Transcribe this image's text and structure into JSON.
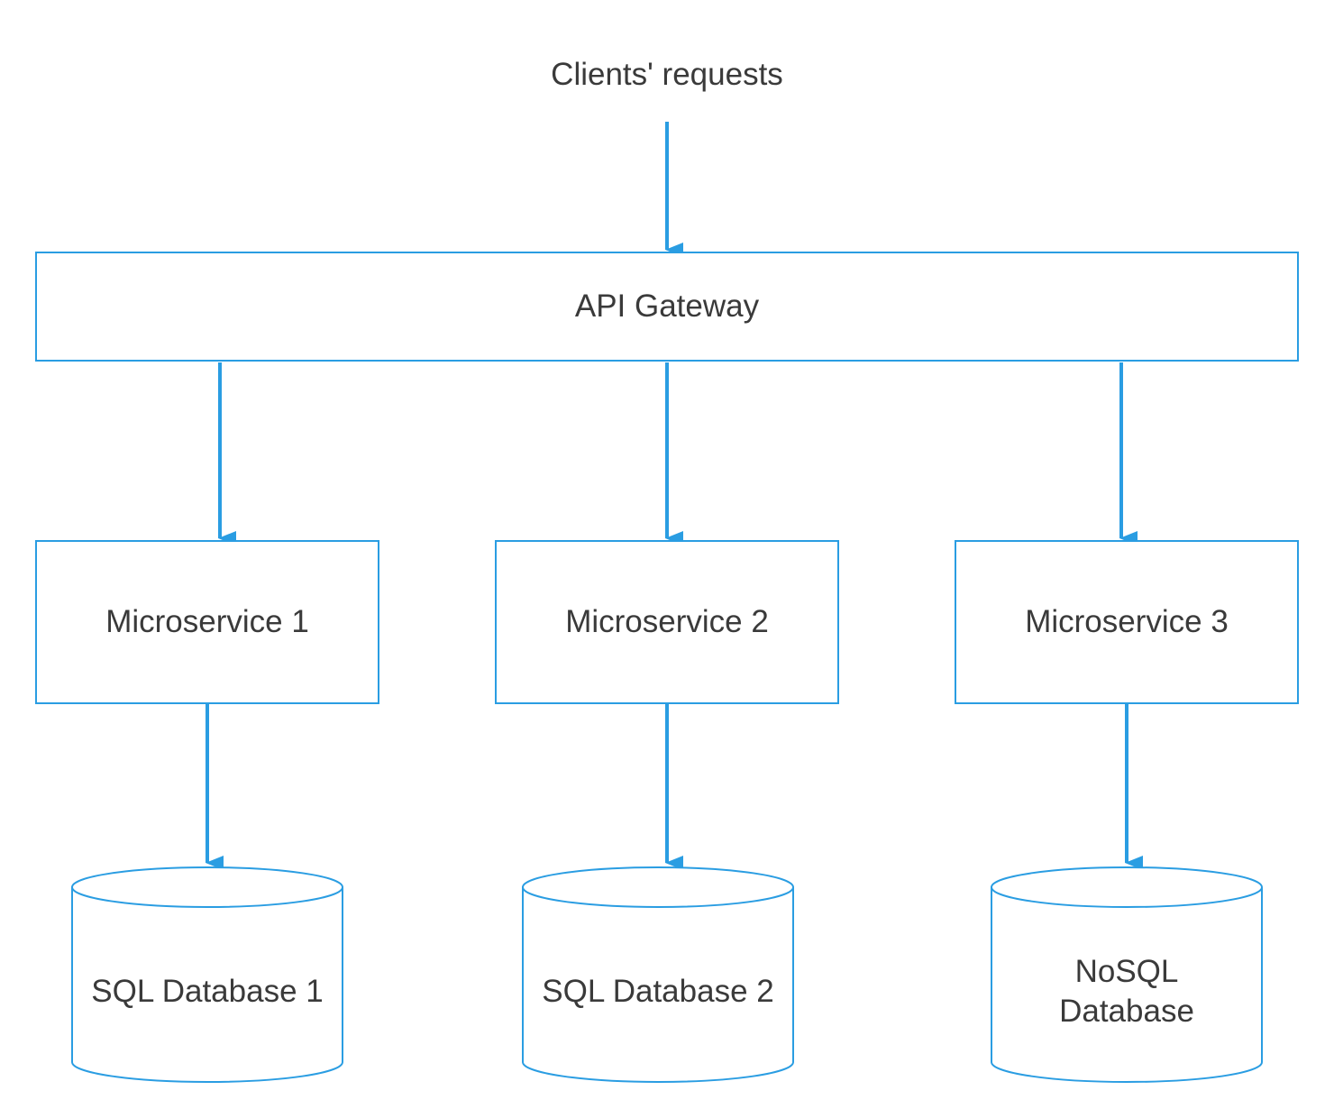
{
  "diagram": {
    "clients_label": "Clients' requests",
    "gateway_label": "API Gateway",
    "microservices": [
      {
        "label": "Microservice 1"
      },
      {
        "label": "Microservice 2"
      },
      {
        "label": "Microservice 3"
      }
    ],
    "databases": [
      {
        "line1": "SQL Database 1",
        "line2": ""
      },
      {
        "line1": "SQL Database 2",
        "line2": ""
      },
      {
        "line1": "NoSQL",
        "line2": "Database"
      }
    ],
    "colors": {
      "stroke": "#2a9de2",
      "text": "#3a3a3a"
    }
  }
}
